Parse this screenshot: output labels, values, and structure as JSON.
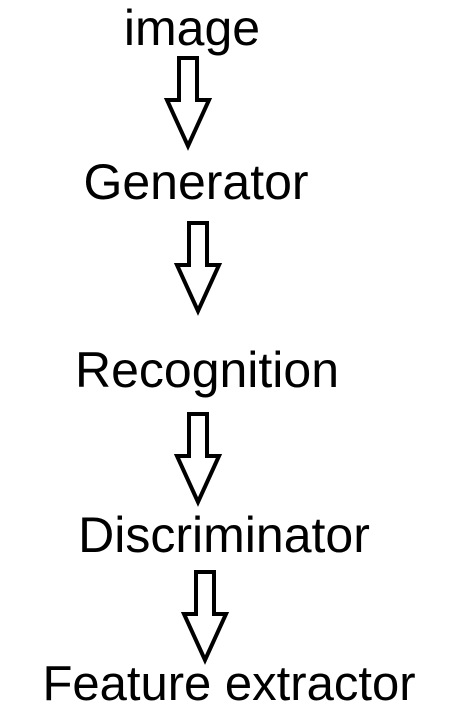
{
  "diagram": {
    "nodes": [
      {
        "id": "image",
        "label": "image"
      },
      {
        "id": "generator",
        "label": "Generator"
      },
      {
        "id": "recognition",
        "label": "Recognition"
      },
      {
        "id": "discriminator",
        "label": "Discriminator"
      },
      {
        "id": "feature_extractor",
        "label": "Feature extractor"
      }
    ],
    "edges": [
      {
        "from": "image",
        "to": "generator"
      },
      {
        "from": "generator",
        "to": "recognition"
      },
      {
        "from": "recognition",
        "to": "discriminator"
      },
      {
        "from": "discriminator",
        "to": "feature_extractor"
      }
    ],
    "colors": {
      "text": "#000000",
      "arrow_stroke": "#000000",
      "arrow_fill": "#ffffff",
      "background": "#ffffff"
    }
  }
}
